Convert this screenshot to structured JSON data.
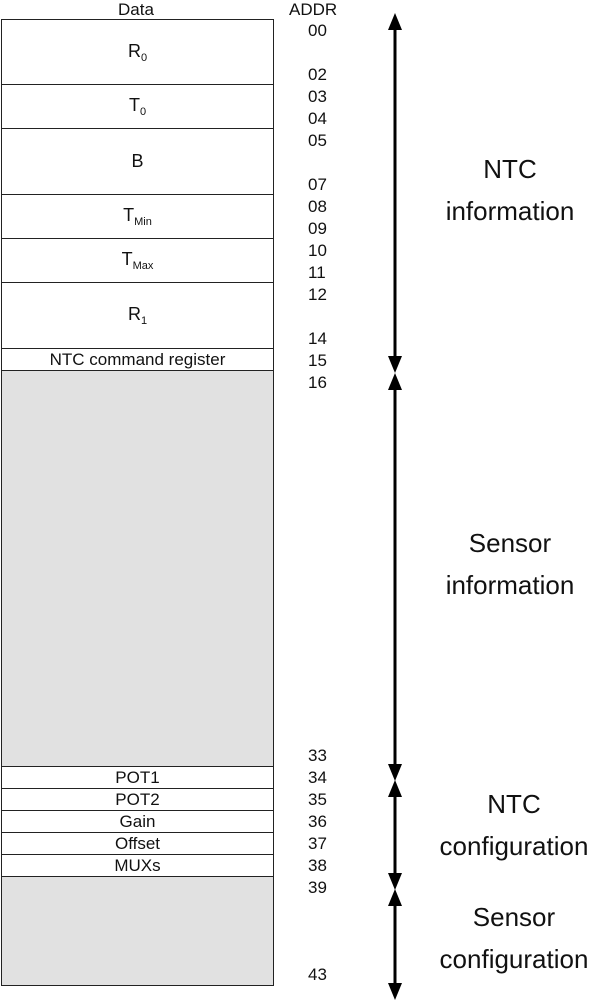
{
  "headers": {
    "data": "Data",
    "addr": "ADDR"
  },
  "fields": [
    {
      "id": "r0",
      "base": "R",
      "sub": "0"
    },
    {
      "id": "t0",
      "base": "T",
      "sub": "0"
    },
    {
      "id": "b",
      "label": "B"
    },
    {
      "id": "tmin",
      "base": "T",
      "sub": "Min"
    },
    {
      "id": "tmax",
      "base": "T",
      "sub": "Max"
    },
    {
      "id": "r1",
      "base": "R",
      "sub": "1"
    },
    {
      "id": "ntc-cmd",
      "label": "NTC command register"
    },
    {
      "id": "sensor-info",
      "label": ""
    },
    {
      "id": "pot1",
      "label": "POT1"
    },
    {
      "id": "pot2",
      "label": "POT2"
    },
    {
      "id": "gain",
      "label": "Gain"
    },
    {
      "id": "offset",
      "label": "Offset"
    },
    {
      "id": "muxs",
      "label": "MUXs"
    },
    {
      "id": "sensor-config",
      "label": ""
    }
  ],
  "addresses": [
    "00",
    "02",
    "03",
    "04",
    "05",
    "07",
    "08",
    "09",
    "10",
    "11",
    "12",
    "14",
    "15",
    "16",
    "33",
    "34",
    "35",
    "36",
    "37",
    "38",
    "39",
    "43"
  ],
  "sections": [
    {
      "line1": "NTC",
      "line2": "information"
    },
    {
      "line1": "Sensor",
      "line2": "information"
    },
    {
      "line1": "NTC",
      "line2": "configuration"
    },
    {
      "line1": "Sensor",
      "line2": "configuration"
    }
  ]
}
